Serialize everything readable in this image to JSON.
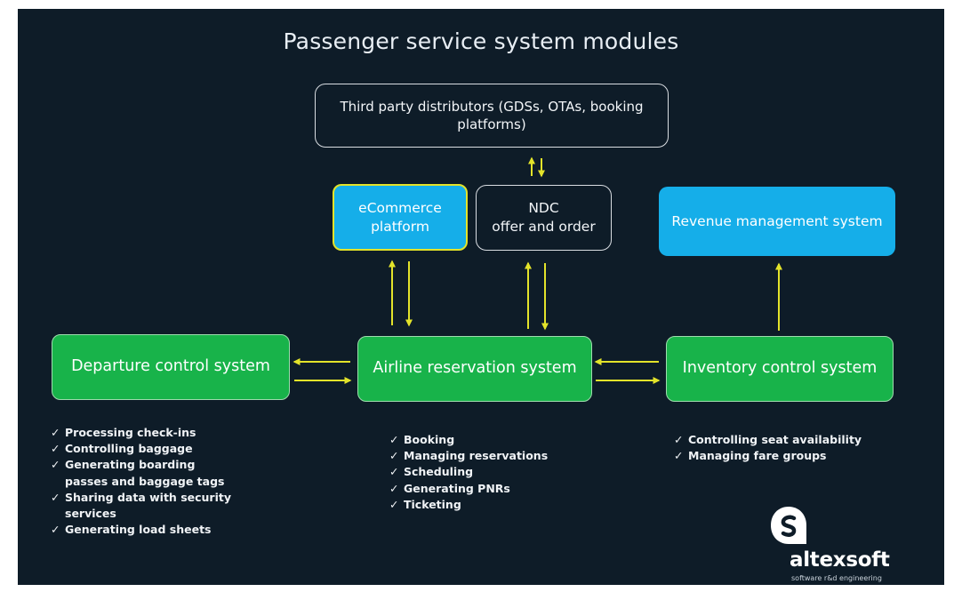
{
  "title": "Passenger service system modules",
  "nodes": {
    "third_party": "Third party distributors (GDSs, OTAs, booking platforms)",
    "ecommerce": "eCommerce platform",
    "ndc_line1": "NDC",
    "ndc_line2": "offer and order",
    "revenue": "Revenue management system",
    "departure": "Departure control system",
    "reservation": "Airline reservation system",
    "inventory": "Inventory control system"
  },
  "lists": {
    "departure": [
      "Processing check-ins",
      "Controlling baggage",
      "Generating boarding passes and baggage tags",
      "Sharing data with security services",
      "Generating load sheets"
    ],
    "reservation": [
      "Booking",
      "Managing reservations",
      "Scheduling",
      "Generating PNRs",
      "Ticketing"
    ],
    "inventory": [
      "Controlling seat availability",
      "Managing fare groups"
    ]
  },
  "check_mark": "✓",
  "logo": {
    "name": "altexsoft",
    "tagline": "software r&d engineering",
    "icon": "altexsoft-logo-icon"
  },
  "colors": {
    "background": "#0e1c28",
    "green": "#18b34a",
    "blue": "#15aee9",
    "arrow": "#e3e32a",
    "ecommerce_border": "#e3e32a"
  }
}
